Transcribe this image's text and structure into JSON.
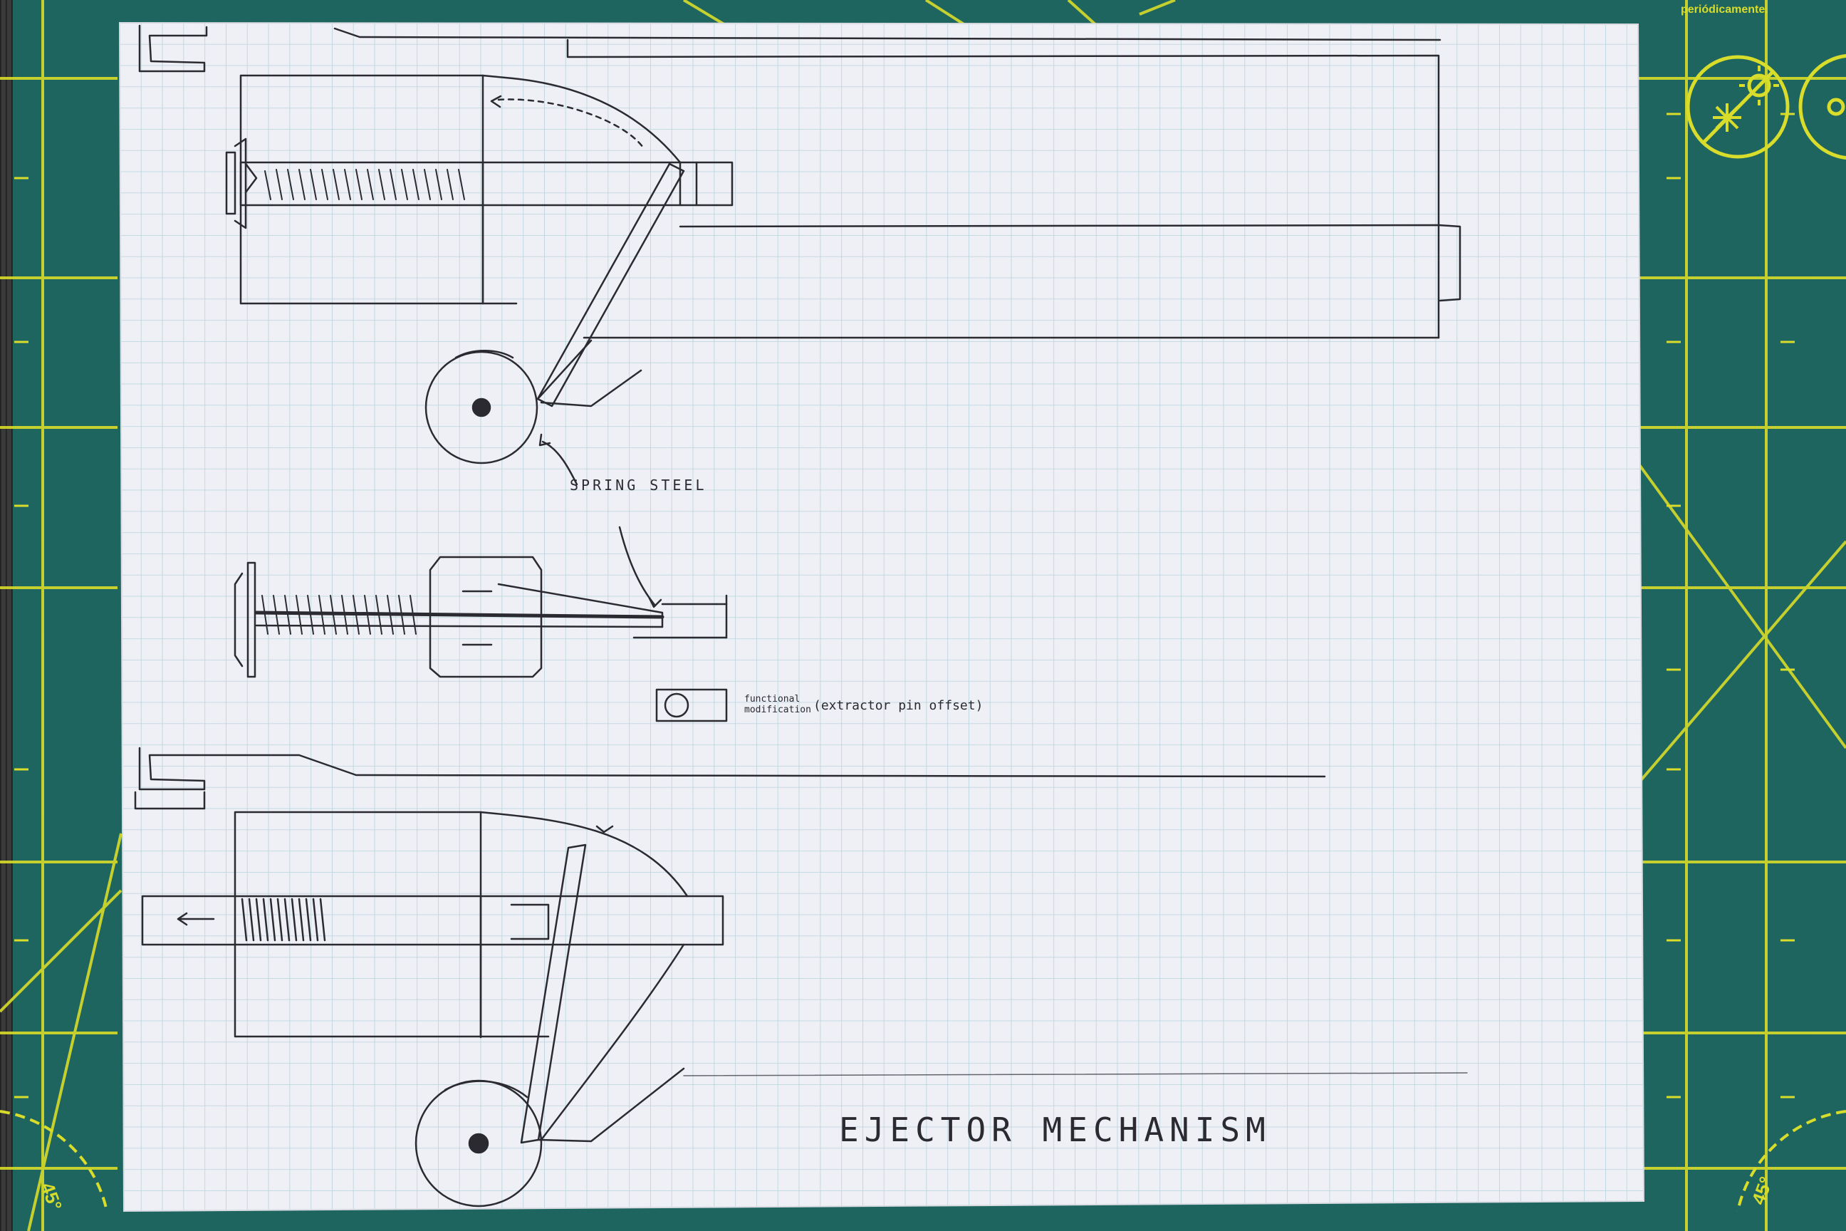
{
  "mat": {
    "corner_text": "periódicamente.",
    "angle_label_left": "45°",
    "angle_label_right": "45°",
    "color": "#1e6560",
    "line_color": "#d8dc2a"
  },
  "sheet": {
    "paper_color": "#eef0f6",
    "grid_color": "#b9d3db",
    "pencil_color": "#2a2a30"
  },
  "drawing": {
    "title": "EJECTOR MECHANISM",
    "annotation_spring": "SPRING STEEL",
    "annotation_functional_line1": "functional",
    "annotation_functional_line2": "modification",
    "annotation_extractor": "(extractor pin offset)"
  },
  "icons": {
    "mat_care_icon": "no-freeze-no-heat-icon"
  }
}
